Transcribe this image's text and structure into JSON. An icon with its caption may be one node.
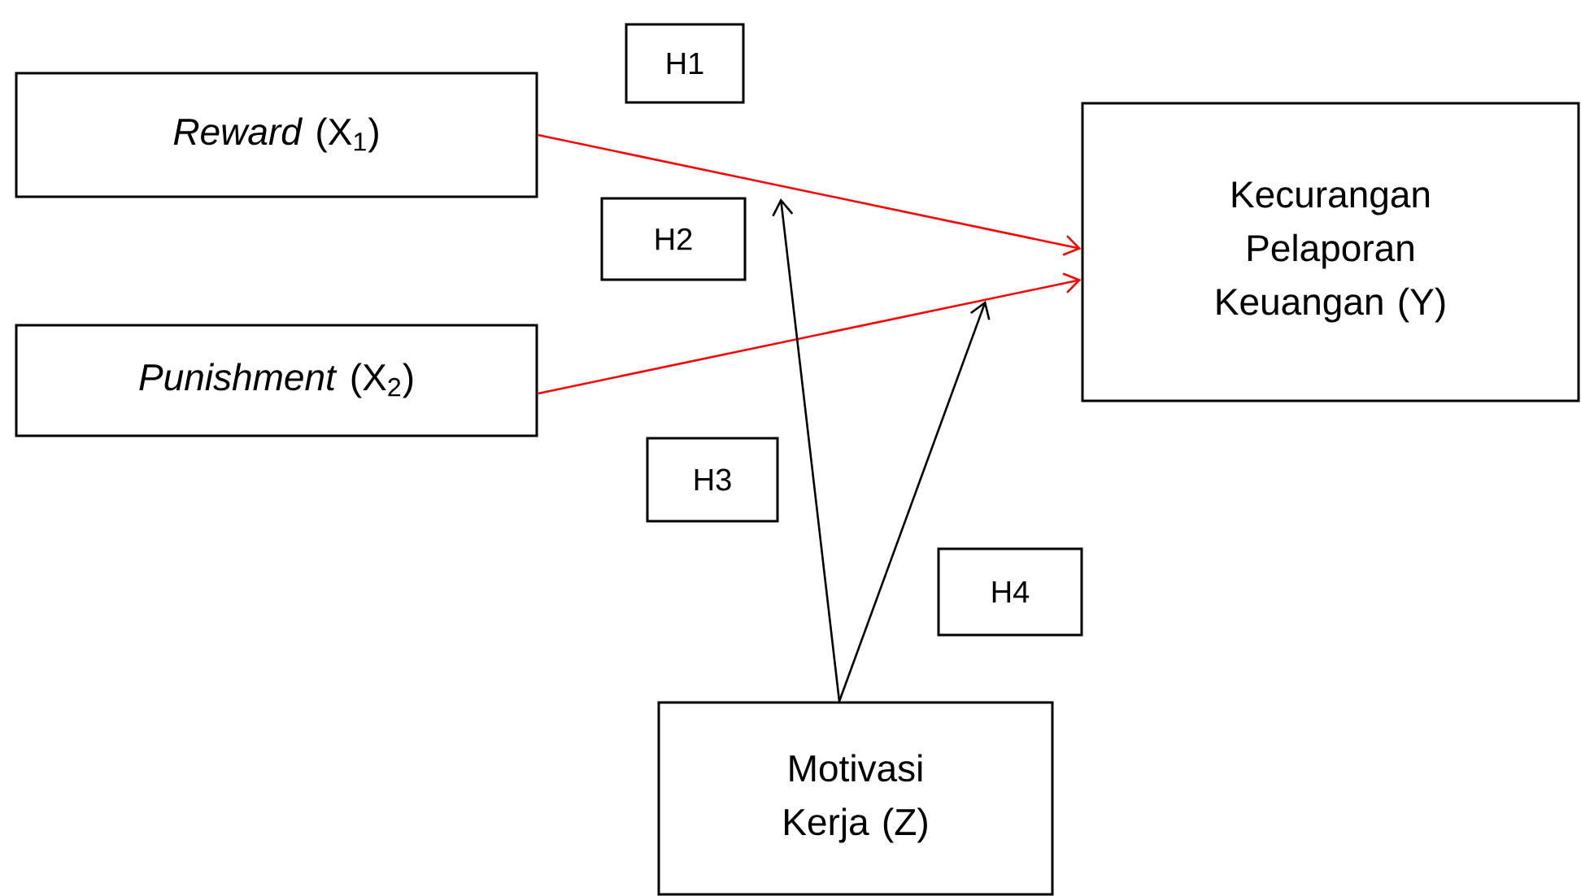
{
  "diagram": {
    "nodes": [
      {
        "text": [
          "*Reward* (X$_{1}$)"
        ]
      },
      {
        "text": [
          "*Punishment* (X$_{2}$)"
        ]
      },
      {
        "text": [
          "Kecurangan Pelaporan Keuangan (Y)"
        ]
      },
      {
        "text": [
          "Motivasi Kerja (Z)"
        ]
      },
      {
        "text": [
          "H1"
        ]
      },
      {
        "text": [
          "H2"
        ]
      },
      {
        "text": [
          "H3"
        ]
      },
      {
        "text": [
          "H4"
        ]
      }
    ],
    "edges": [
      {
        "from": 0,
        "to": 2,
        "arrow": "to",
        "color": "#ff0000"
      },
      {
        "from": 1,
        "to": 2,
        "arrow": "to",
        "color": "#ff0000"
      },
      {
        "from": 3,
        "to": null,
        "arrow": "to",
        "color": "#000000"
      },
      {
        "from": 3,
        "to": null,
        "arrow": "to",
        "color": "#000000"
      }
    ]
  }
}
